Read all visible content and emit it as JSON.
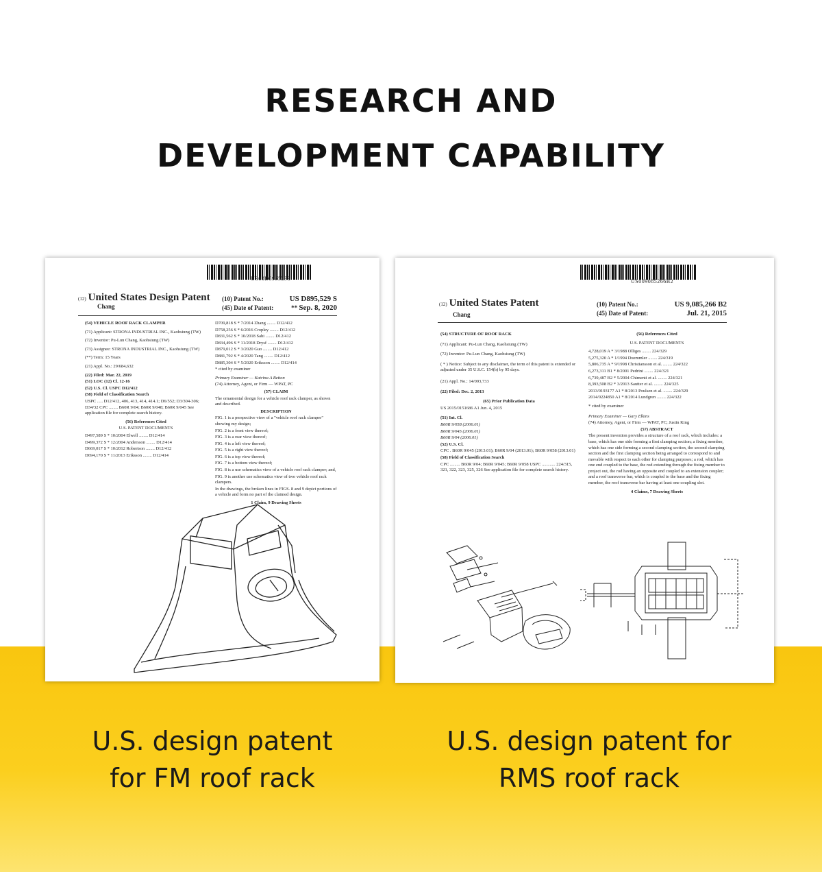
{
  "heading": {
    "line1": "RESEARCH AND",
    "line2": "DEVELOPMENT CAPABILITY"
  },
  "patent_left": {
    "barcode_number": "US00D895529S",
    "doc_label": "(12)",
    "doc_type": "United States Design Patent",
    "inventor_surname": "Chang",
    "patent_no_label": "(10) Patent No.:",
    "patent_no": "US D895,529 S",
    "date_label": "(45) Date of Patent:",
    "date_mark": "**",
    "date": "Sep. 8, 2020",
    "title": "(54) VEHICLE ROOF RACK CLAMPER",
    "applicant": "(71) Applicant: STRONA INDUSTRIAL INC., Kaohsiung (TW)",
    "inventor": "(72) Inventor: Pu-Lun Chang, Kaohsiung (TW)",
    "assignee": "(73) Assignee: STRONA INDUSTRIAL INC., Kaohsiung (TW)",
    "term": "(**) Term: 15 Years",
    "appl_no": "(21) Appl. No.: 29/684,632",
    "filed": "(22) Filed: Mar. 22, 2019",
    "loc": "(51) LOC (12) Cl. 12-16",
    "us_cl": "(52) U.S. Cl. USPC D12/412",
    "field_heading": "(58) Field of Classification Search",
    "field_text": "USPC ..... D12/412, 406, 413, 414, 414.1; D6/552; D3/304-306; D34/32 CPC ........ B60R 9/04; B60R 9/048; B60R 9/045 See application file for complete search history.",
    "references_heading": "(56) References Cited",
    "us_docs_heading": "U.S. PATENT DOCUMENTS",
    "references": [
      "D709,818 S * 7/2014 Zhang ........ D12/412",
      "D758,256 S * 6/2016 Cropley ........ D12/412",
      "D831,562 S * 10/2018 Sahi ........ D12/412",
      "D834,496 S * 11/2018 Drysf ........ D12/412",
      "D879,012 S * 3/2020 Guo ........ D12/412",
      "D881,792 S * 4/2020 Tang ........ D12/412",
      "D885,304 S * 5/2020 Eriksson ........ D12/414"
    ],
    "references_low": [
      "D497,589 S * 10/2004 Elwell ........ D12/414",
      "D499,372 S * 12/2004 Andersson ........ D12/414",
      "D669,017 S * 10/2012 Robertson ........ D12/412",
      "D694,170 S * 11/2013 Eriksson ........ D12/414"
    ],
    "cited_note": "* cited by examiner",
    "examiner": "Primary Examiner — Katrina A Betton",
    "attorney": "(74) Attorney, Agent, or Firm — WPAT, PC",
    "claim_heading": "(57) CLAIM",
    "claim_text": "The ornamental design for a vehicle roof rack clamper, as shown and described.",
    "description_heading": "DESCRIPTION",
    "description_lines": [
      "FIG. 1 is a perspective view of a \"vehicle roof rack clamper\" showing my design;",
      "FIG. 2 is a front view thereof;",
      "FIG. 3 is a rear view thereof;",
      "FIG. 4 is a left view thereof;",
      "FIG. 5 is a right view thereof;",
      "FIG. 6 is a top view thereof;",
      "FIG. 7 is a bottom view thereof;",
      "FIG. 8 is a use schematics view of a vehicle roof rack clamper; and,",
      "FIG. 9 is another use schematics view of two vehicle roof rack clampers.",
      "In the drawings, the broken lines in FIGS. 8 and 9 depict portions of a vehicle and form no part of the claimed design."
    ],
    "claims_summary": "1 Claim, 9 Drawing Sheets"
  },
  "patent_right": {
    "barcode_number": "US009085266B2",
    "doc_label": "(12)",
    "doc_type": "United States Patent",
    "inventor_surname": "Chang",
    "patent_no_label": "(10) Patent No.:",
    "patent_no": "US 9,085,266 B2",
    "date_label": "(45) Date of Patent:",
    "date": "Jul. 21, 2015",
    "title": "(54) STRUCTURE OF ROOF RACK",
    "applicant": "(71) Applicant: Pu-Lun Chang, Kaohsiung (TW)",
    "inventor": "(72) Inventor: Pu-Lun Chang, Kaohsiung (TW)",
    "notice": "( * ) Notice: Subject to any disclaimer, the term of this patent is extended or adjusted under 35 U.S.C. 154(b) by 95 days.",
    "appl_no": "(21) Appl. No.: 14/093,733",
    "filed": "(22) Filed: Dec. 2, 2013",
    "prior_heading": "(65) Prior Publication Data",
    "prior_text": "US 2015/0151686 A1 Jun. 4, 2015",
    "int_cl_heading": "(51) Int. Cl.",
    "int_cl": [
      "B60R 9/058 (2006.01)",
      "B60R 9/045 (2006.01)",
      "B60R 9/04 (2006.01)"
    ],
    "us_cl_heading": "(52) U.S. Cl.",
    "us_cl": "CPC . B60R 9/045 (2013.01); B60R 9/04 (2013.01); B60R 9/058 (2013.01)",
    "field_heading": "(58) Field of Classification Search",
    "field_text": "CPC ......... B60R 9/04; B60R 9/045; B60R 9/058 USPC ............ 224/315, 321, 322, 323, 325, 326 See application file for complete search history.",
    "references_heading": "(56) References Cited",
    "us_docs_heading": "U.S. PATENT DOCUMENTS",
    "references": [
      "4,728,019 A * 3/1988 Olliges ........ 224/329",
      "5,275,320 A * 1/1994 Duemmler ........ 224/319",
      "5,806,735 A * 9/1998 Christiansson et al. ........ 224/322",
      "6,273,311 B1 * 8/2001 Pedrini ........ 224/321",
      "6,739,487 B2 * 5/2004 Chimenti et al. ........ 224/321",
      "8,393,508 B2 * 3/2013 Sautter et al. ........ 224/325",
      "2013/0193177 A1 * 8/2013 Poulsen et al. ........ 224/329",
      "2014/0224850 A1 * 8/2014 Lundgren ........ 224/322"
    ],
    "cited_note": "* cited by examiner",
    "examiner": "Primary Examiner — Gary Elkins",
    "attorney": "(74) Attorney, Agent, or Firm — WPAT, PC; Justin King",
    "abstract_heading": "(57) ABSTRACT",
    "abstract_text": "The present invention provides a structure of a roof rack, which includes: a base, which has one side forming a first clamping section; a fixing member, which has one side forming a second clamping section, the second clamping section and the first clamping section being arranged to correspond to and movable with respect to each other for clamping purposes; a rod, which has one end coupled to the base, the rod extending through the fixing member to project out, the rod having an opposite end coupled to an extension coupler; and a roof transverse bar, which is coupled to the base and the fixing member, the roof transverse bar having at least one coupling slot.",
    "claims_summary": "4 Claims, 7 Drawing Sheets"
  },
  "captions": {
    "left_line1": "U.S. design patent",
    "left_line2": "for FM roof rack",
    "right_line1": "U.S. design patent for",
    "right_line2": "RMS roof rack"
  },
  "colors": {
    "accent_yellow": "#f9c60f",
    "text": "#111111"
  }
}
